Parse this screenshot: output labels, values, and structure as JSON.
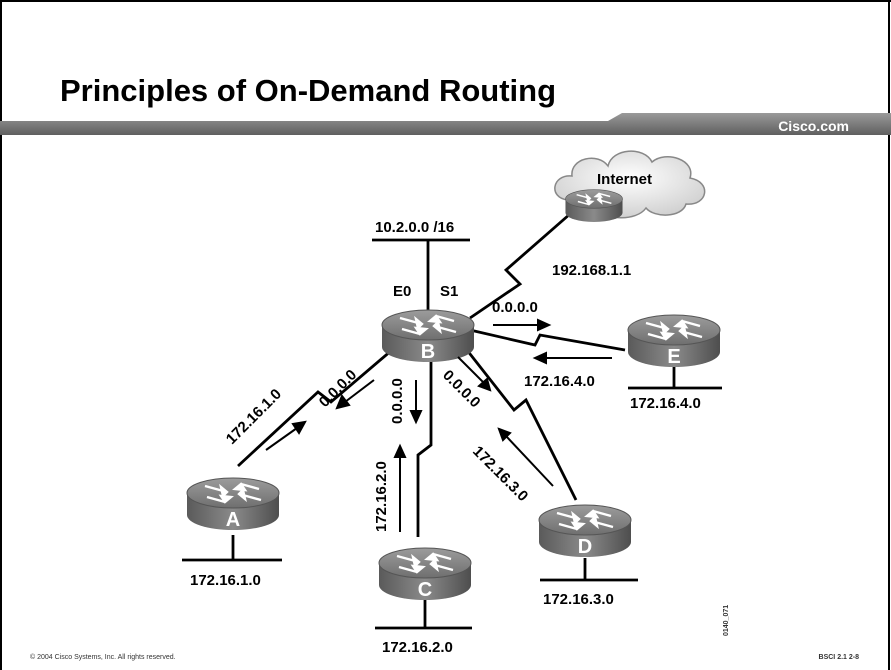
{
  "slide": {
    "title": "Principles of On-Demand Routing",
    "brand": "Cisco.com",
    "copyright": "© 2004 Cisco Systems, Inc. All rights reserved.",
    "course_ref": "BSCI 2.1    2-8",
    "figure_id": "0140_071"
  },
  "diagram": {
    "cloud_label": "Internet",
    "routers": {
      "a": "A",
      "b": "B",
      "c": "C",
      "d": "D",
      "e": "E"
    },
    "interfaces": {
      "e0": "E0",
      "s1": "S1"
    },
    "networks": {
      "lan_b": "10.2.0.0 /16",
      "isp_ip": "192.168.1.1",
      "lan_a": "172.16.1.0",
      "lan_c": "172.16.2.0",
      "lan_d": "172.16.3.0",
      "lan_e": "172.16.4.0"
    },
    "updates": {
      "default_route": "0.0.0.0",
      "from_a": "172.16.1.0",
      "from_c": "172.16.2.0",
      "from_d": "172.16.3.0",
      "from_e": "172.16.4.0"
    }
  }
}
